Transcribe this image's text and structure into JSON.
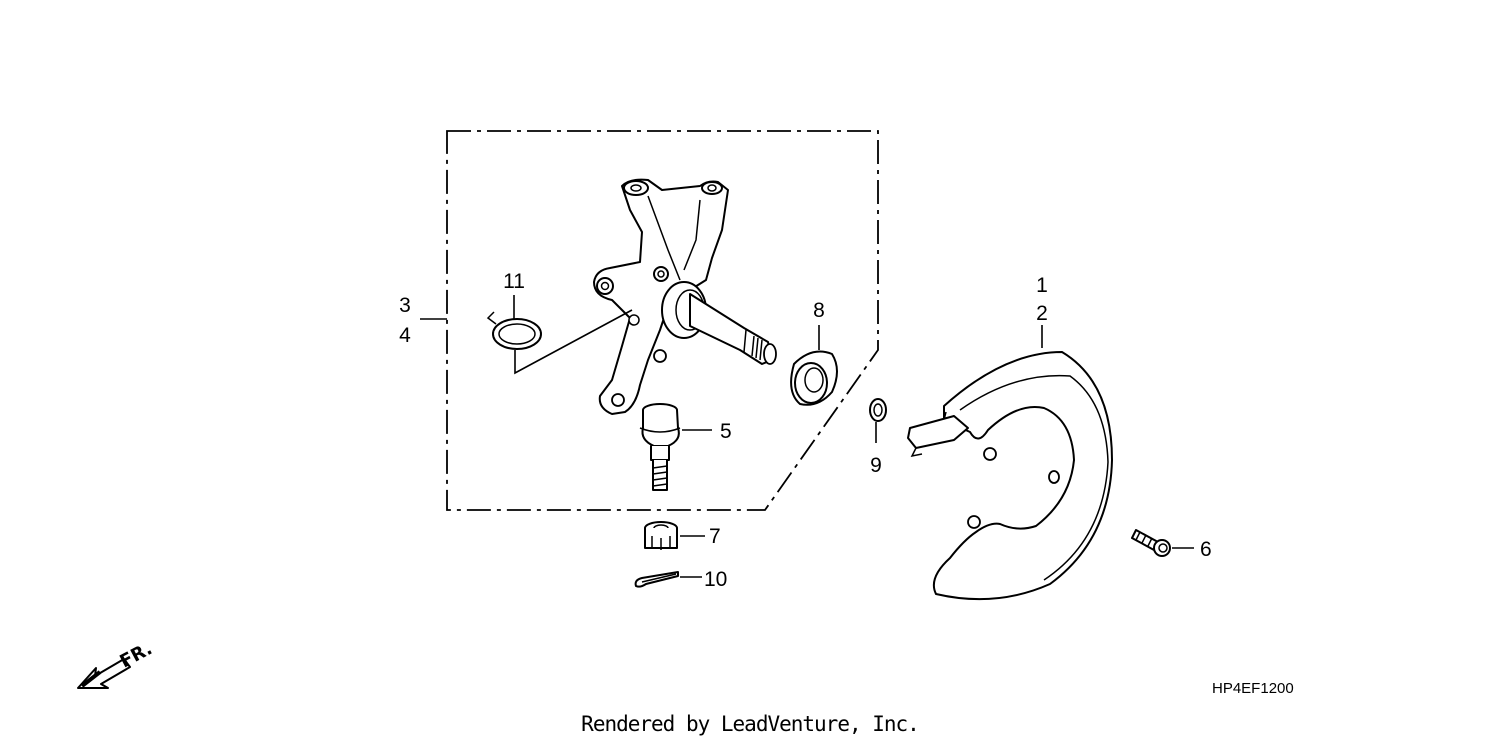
{
  "callouts": {
    "n1": "1",
    "n2": "2",
    "n3": "3",
    "n4": "4",
    "n5": "5",
    "n6": "6",
    "n7": "7",
    "n8": "8",
    "n9": "9",
    "n10": "10",
    "n11": "11"
  },
  "direction_label": "FR.",
  "diagram_code": "HP4EF1200",
  "footer_text": "Rendered by LeadVenture, Inc.",
  "colors": {
    "line": "#000000",
    "fill": "#ffffff"
  }
}
